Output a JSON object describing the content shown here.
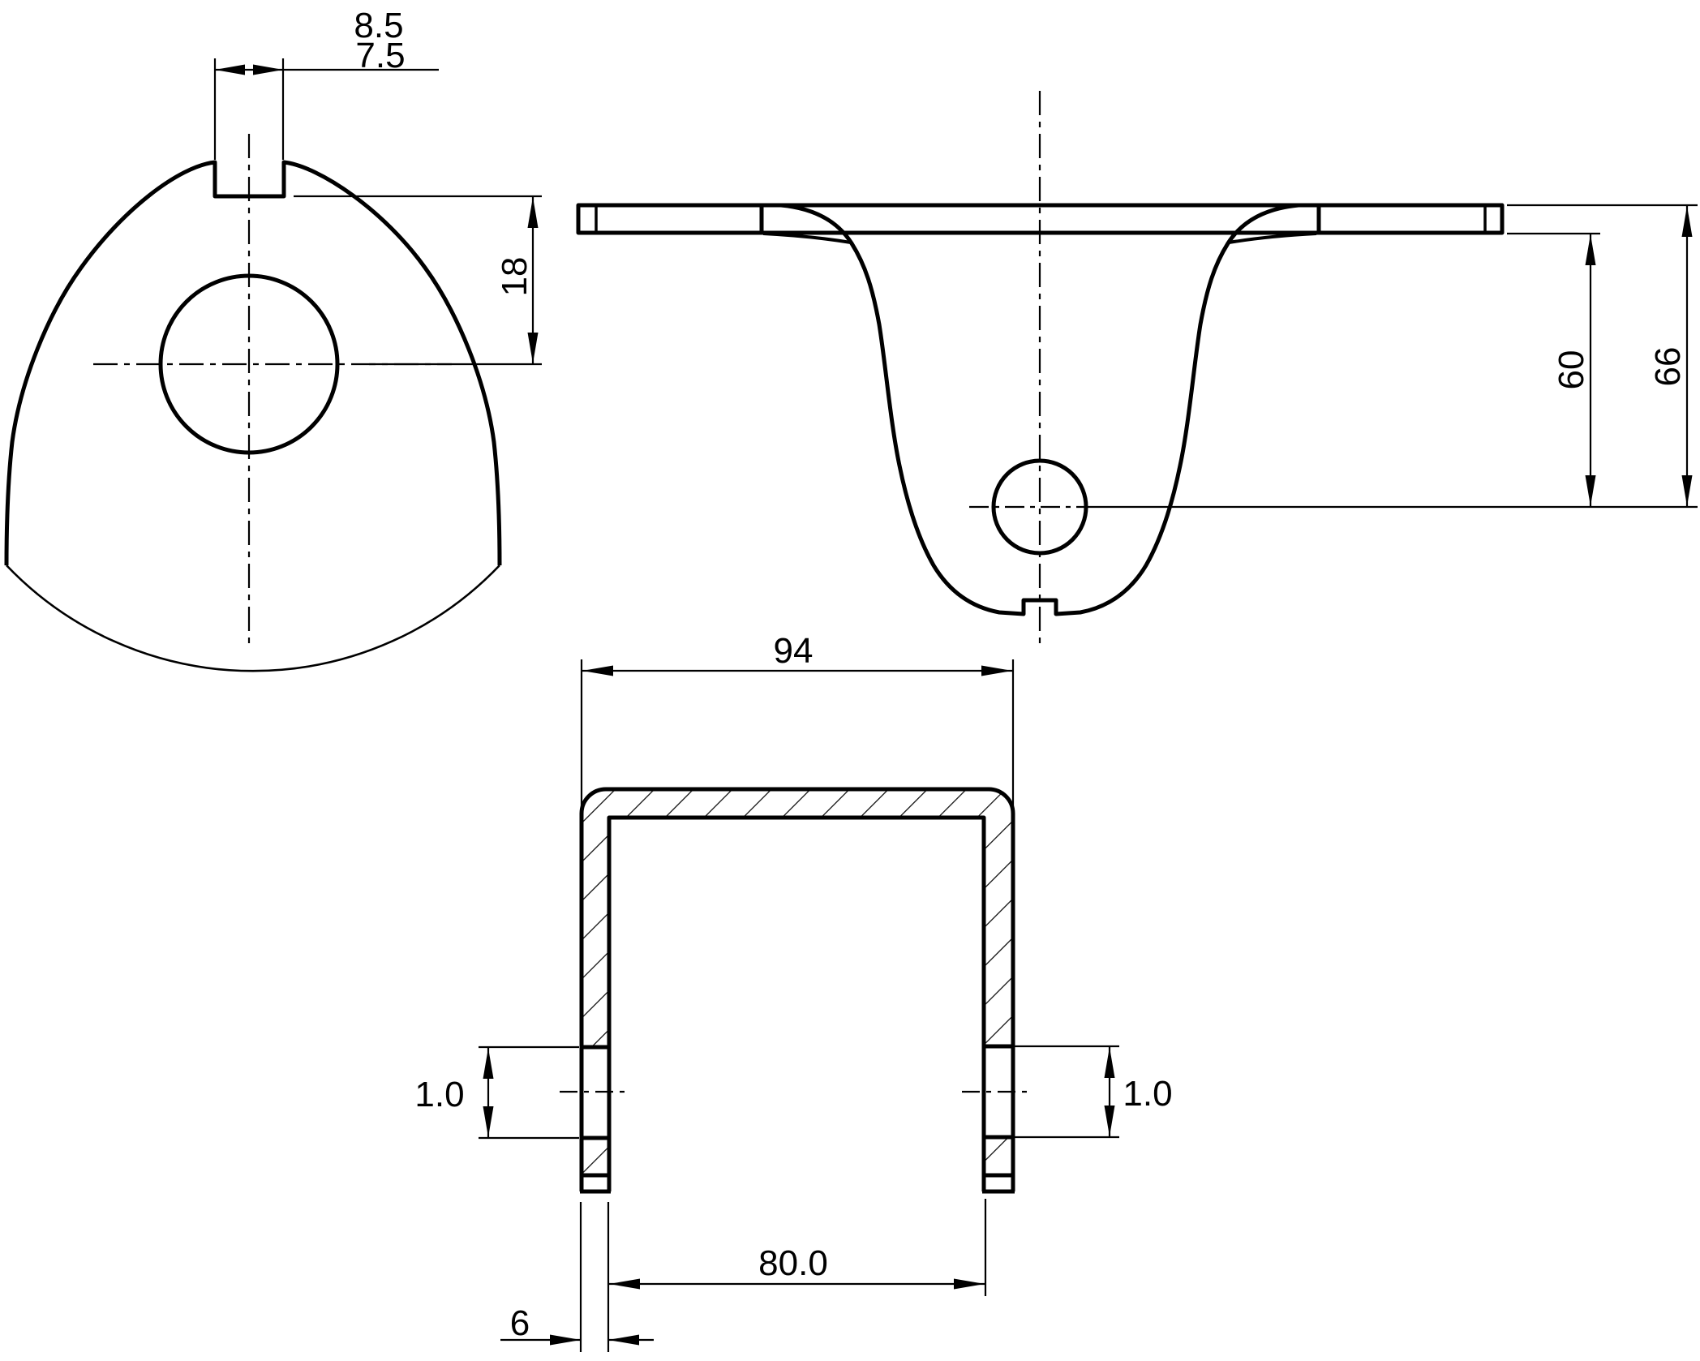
{
  "drawing": {
    "background": "#ffffff",
    "line_color": "#000000",
    "dimensions": {
      "slot_width_upper": "8.5",
      "slot_width_lower": "7.5",
      "slot_to_hole_center": "18",
      "hole_from_plate_bottom": "60",
      "hole_from_plate_top": "66",
      "channel_outer_width": "94",
      "channel_left_wall_gap": "1.0",
      "channel_right_wall_gap": "1.0",
      "channel_inner_width": "80.0",
      "channel_wall_thickness": "6"
    }
  }
}
